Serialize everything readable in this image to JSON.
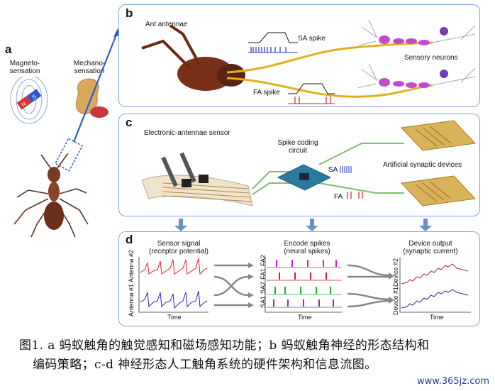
{
  "panels": {
    "a": {
      "letter": "a",
      "magneto": "Magneto-\nsensation",
      "mechano": "Mechano-\nsensation"
    },
    "b": {
      "letter": "b",
      "ant_antennae": "Ant antennae",
      "sa_spike": "SA spike",
      "fa_spike": "FA spike",
      "sensory_neurons": "Sensory neurons"
    },
    "c": {
      "letter": "c",
      "sensor": "Electronic-antennae sensor",
      "circuit": "Spike coding\ncircuit",
      "sa": "SA",
      "fa": "FA",
      "devices": "Artificial synaptic devices"
    },
    "d": {
      "letter": "d",
      "sensor_signal": "Sensor signal\n(receptor potential)",
      "encode_spikes": "Encode spikes\n(neural spikes)",
      "device_output": "Device output\n(synaptic current)",
      "antenna2": "Antenna #2",
      "antenna1": "Antenna #1",
      "fa2": "FA2",
      "fa1": "FA1",
      "sa2": "SA2",
      "sa1": "SA1",
      "device2": "Device #2",
      "device1": "Device #1",
      "time1": "Time",
      "time2": "Time",
      "time3": "Time"
    }
  },
  "caption": {
    "line1": "图1. a 蚂蚁触角的触觉感知和磁场感知功能；b 蚂蚁触角神经的形态结构和",
    "line2": "编码策略；c-d 神经形态人工触角系统的硬件架构和信息流图。"
  },
  "watermark": "www.365jz.com",
  "colors": {
    "panel_border": "#7fa6d6",
    "sa_blue": "#2233cc",
    "fa_red": "#cc2222",
    "green": "#22aa33",
    "magenta": "#cc22cc",
    "purple": "#7733cc",
    "wire_gold": "#e0b020"
  }
}
